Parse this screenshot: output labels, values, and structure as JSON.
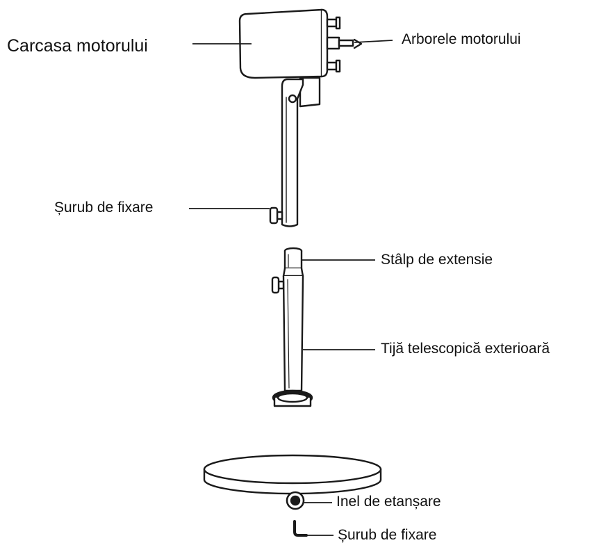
{
  "labels": {
    "motor_housing": "Carcasa motorului",
    "motor_shaft": "Arborele motorului",
    "fixing_screw_upper": "Șurub de fixare",
    "extension_pole": "Stâlp de extensie",
    "outer_telescopic_rod": "Tijă telescopică exterioară",
    "sealing_ring": "Inel de etanșare",
    "fixing_screw_lower": "Șurub de fixare"
  },
  "colors": {
    "line": "#1a1a1a",
    "text": "#111111",
    "background": "#ffffff"
  }
}
